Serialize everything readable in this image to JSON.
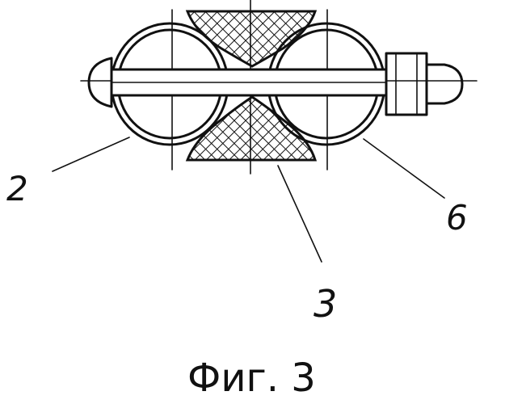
{
  "figure": {
    "caption": "Фиг. 3",
    "labels": [
      {
        "id": "part-2",
        "text": "2"
      },
      {
        "id": "part-3",
        "text": "3"
      },
      {
        "id": "part-6",
        "text": "6"
      }
    ],
    "colors": {
      "ink": "#111111",
      "paper": "#ffffff"
    }
  }
}
